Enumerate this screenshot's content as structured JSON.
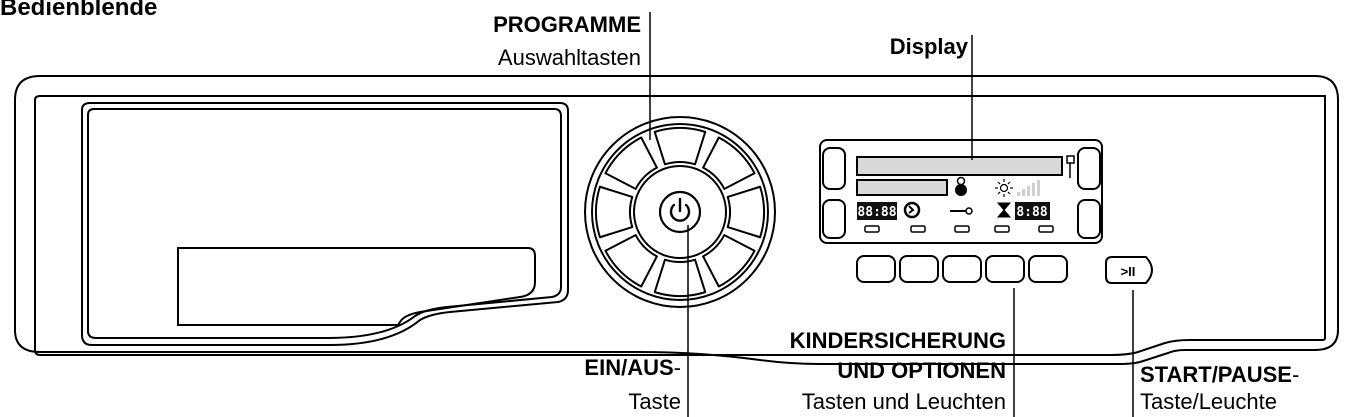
{
  "page_title": "Bedienblende",
  "labels": {
    "programme_title": "PROGRAMME",
    "programme_sub": "Auswahltasten",
    "display_title": "Display",
    "einaus_title": "EIN/AUS",
    "einaus_sub": "Taste",
    "kinder_title_1": "KINDERSICHERUNG",
    "kinder_title_2": "UND OPTIONEN",
    "kinder_sub": "Tasten und Leuchten",
    "start_title": "START/PAUSE",
    "start_sub": "Taste/Leuchte"
  },
  "display": {
    "left_digits": "88:88",
    "right_digits": "8:88"
  },
  "start_button_glyph": ">II",
  "icons": {
    "power": "power-icon",
    "baby": "child-icon",
    "refresh": "delay-icon",
    "key": "key-icon",
    "sun": "sun-icon",
    "hourglass": "hourglass-icon",
    "signal": "signal-bars-icon"
  }
}
